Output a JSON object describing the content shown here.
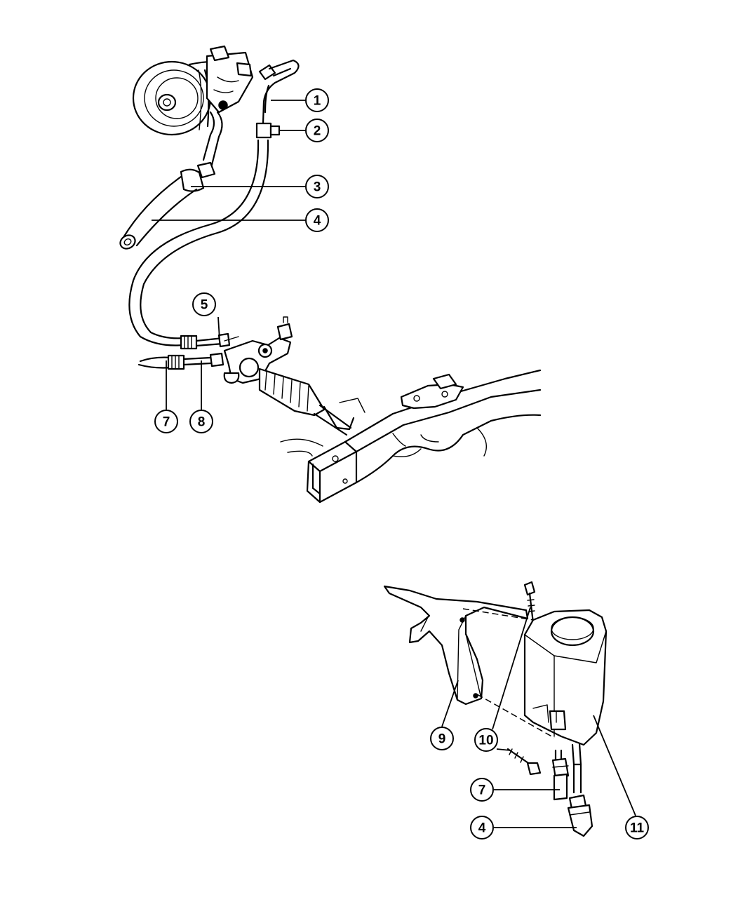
{
  "callouts": [
    {
      "id": "c1",
      "label": "1"
    },
    {
      "id": "c2",
      "label": "2"
    },
    {
      "id": "c3",
      "label": "3"
    },
    {
      "id": "c4",
      "label": "4"
    },
    {
      "id": "c5",
      "label": "5"
    },
    {
      "id": "c7",
      "label": "7"
    },
    {
      "id": "c8",
      "label": "8"
    },
    {
      "id": "c9",
      "label": "9"
    },
    {
      "id": "c10",
      "label": "10"
    },
    {
      "id": "c7b",
      "label": "7"
    },
    {
      "id": "c4b",
      "label": "4"
    },
    {
      "id": "c11",
      "label": "11"
    }
  ]
}
